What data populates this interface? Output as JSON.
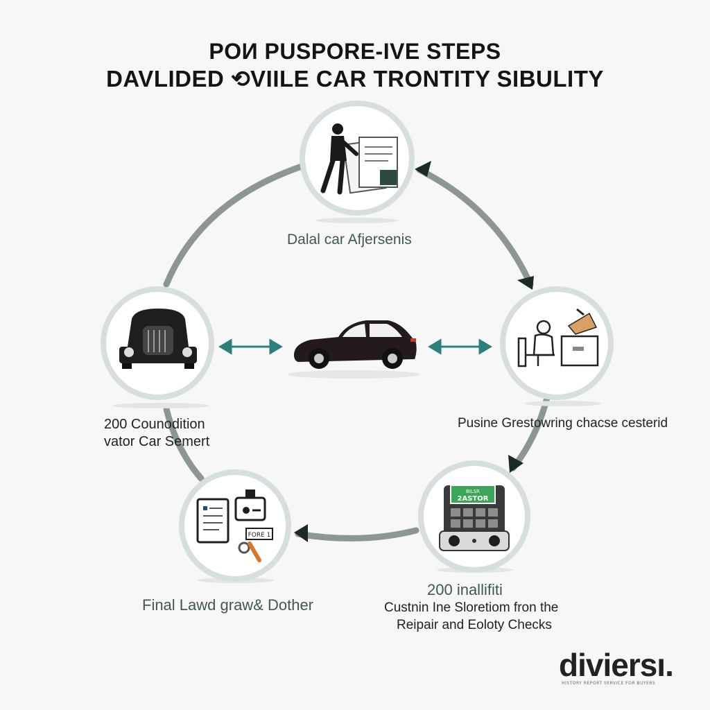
{
  "title": {
    "line1": "POИ PUSPORE-IVE STEPS",
    "line2": "DAVLIDED ⟲VIILE CAR TRONTITY SIBULITY"
  },
  "steps": {
    "top": {
      "label": "Dalal car Afjersenis",
      "icon": "inspector-with-documents-icon"
    },
    "right": {
      "label": "Pusine Grestowring chacse cesterid",
      "icon": "mechanic-workbench-icon"
    },
    "bottom_right": {
      "heading": "200 inallifiti",
      "line1": "Custnin Ine Sloretiom fron the",
      "line2": "Reipair and Eoloty Checks",
      "screen_text": "BILSR",
      "screen_sub": "2ASTOR",
      "icon": "diagnostic-machine-icon"
    },
    "bottom_left": {
      "label": "Final Lawd graw& Dother",
      "tag": "FORE 1",
      "icon": "documents-and-tools-icon"
    },
    "left": {
      "line1": "200 Counodition",
      "line2": "vator Car Semert",
      "icon": "vintage-car-front-icon"
    }
  },
  "center": {
    "icon": "sedan-car-icon"
  },
  "logo": {
    "text": "diviersı.",
    "subtext": "HISTORY REPORT SERVICE FOR BUYERS"
  },
  "colors": {
    "ring_stroke": "#d7dfda",
    "circle_fill": "#ffffff",
    "arc_stroke": "#8b9790",
    "teal_arrow": "#2b7f7f",
    "label_green": "#3f5a4d",
    "screen_green": "#3aa657"
  }
}
